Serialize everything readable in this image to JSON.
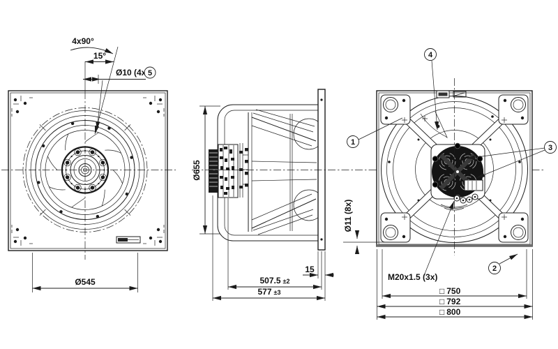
{
  "colors": {
    "background": "#ffffff",
    "line": "#1c1c1c"
  },
  "front_view": {
    "pattern_angle": "4x90°",
    "offset_angle": "15°",
    "mount_holes": "Ø10 (4x)",
    "balloon_5": "5",
    "inlet_diameter": "Ø545"
  },
  "side_view": {
    "outer_diameter": "Ø655",
    "plate_thickness": "15",
    "depth_value": "507.5",
    "depth_tol": "±2",
    "total_depth_value": "577",
    "total_depth_tol": "±3"
  },
  "back_view": {
    "corner_holes": "Ø11 (8x)",
    "cable_glands": "M20x1.5 (3x)",
    "square_symbol": "□",
    "bolt_pattern": "750",
    "inner_square": "792",
    "outer_square": "800",
    "balloon_1": "1",
    "balloon_2": "2",
    "balloon_3": "3",
    "balloon_4": "4"
  }
}
